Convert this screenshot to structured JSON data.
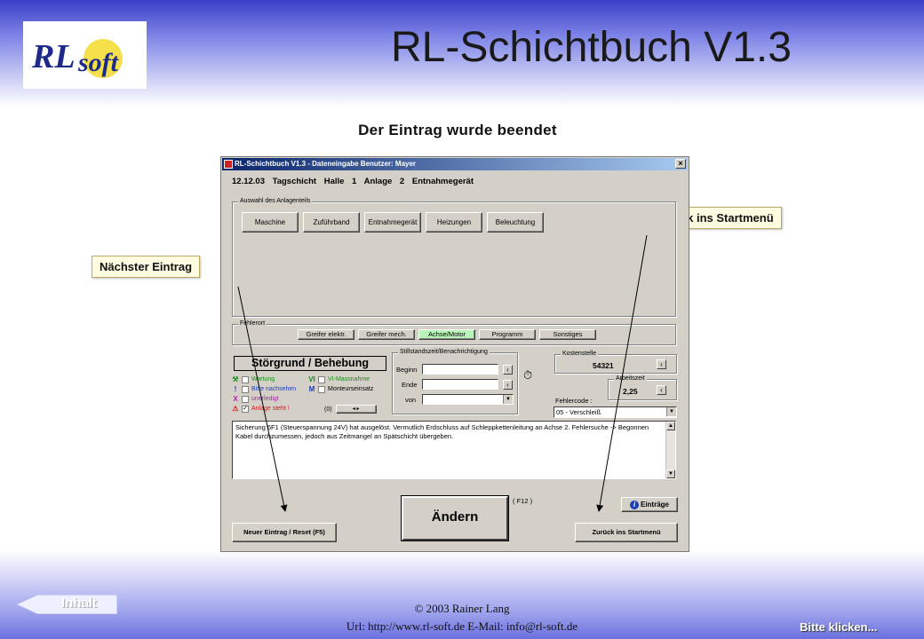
{
  "header": {
    "logo_text": "RLsoft",
    "title": "RL-Schichtbuch V1.3",
    "subtitle": "Der Eintrag wurde beendet"
  },
  "callouts": {
    "next": "Nächster Eintrag",
    "back": "Zurück ins Startmenü"
  },
  "window": {
    "title": "RL-Schichtbuch V1.3 - Dateneingabe    Benutzer: Mayer",
    "close": "×",
    "info_line": "12.12.03  Tagschicht    Halle 1   Anlage 2   Entnahmegerät",
    "anlagenteil": {
      "label": "Auswahl des Anlagenteils",
      "buttons": [
        "Maschine",
        "Zuführband",
        "Entnahmegerät",
        "Heizungen",
        "Beleuchtung"
      ]
    },
    "fehlerort": {
      "label": "Fehlerort",
      "buttons": [
        "Greifer elektr.",
        "Greifer mech.",
        "Achse/Motor",
        "Programm",
        "Sonstiges"
      ]
    },
    "stoergrund": {
      "title": "Störgrund / Behebung",
      "legend": [
        {
          "icon": "🔧",
          "label": "Wartung",
          "color": "#1a8a1a"
        },
        {
          "icon": "!",
          "label": "Bitte nachsehen",
          "color": "#1d3fb5"
        },
        {
          "icon": "X",
          "label": "unerledigt",
          "color": "#b01fb0"
        },
        {
          "icon": "⚠",
          "label": "Anlage steht !",
          "color": "#d21818"
        }
      ],
      "legend_right": [
        {
          "icon": "VI",
          "label": "VI-Massnahme"
        },
        {
          "icon": "M",
          "label": "Monteurseinsatz"
        }
      ],
      "counter": "(0)"
    },
    "stillstand": {
      "label": "Stillstandszeit/Benachrichtigung",
      "beginn": "Beginn",
      "ende": "Ende",
      "von": "von"
    },
    "kostenstelle": {
      "label": "Kostenstelle",
      "value": "54321"
    },
    "arbeitszeit": {
      "label": "Arbeitszeit",
      "value": "2,25"
    },
    "fehlercode": {
      "label": "Fehlercode :",
      "value": "05 - Verschleiß"
    },
    "description": "Sicherung 6F1 (Steuerspannung 24V) hat ausgelöst. Vermutlich Erdschluss auf Schleppkettenleitung an Achse 2. Fehlersuche -> Begonnen Kabel durchzumessen, jedoch aus Zeitmangel an Spätschicht übergeben.",
    "buttons": {
      "aendern": "Ändern",
      "f12": "( F12 )",
      "neuer": "Neuer Eintrag / Reset (F5)",
      "zurueck": "Zurück ins Startmenü",
      "eintraege": "Einträge"
    }
  },
  "footer": {
    "nav": "Inhalt",
    "copyright": "© 2003 Rainer Lang",
    "url": "Url: http://www.rl-soft.de    E-Mail: info@rl-soft.de",
    "bitte": "Bitte klicken..."
  },
  "colors": {
    "accent_green": "#b9f3b9",
    "titlebar": "#0a246a",
    "callout_bg": "#fffbe0"
  }
}
